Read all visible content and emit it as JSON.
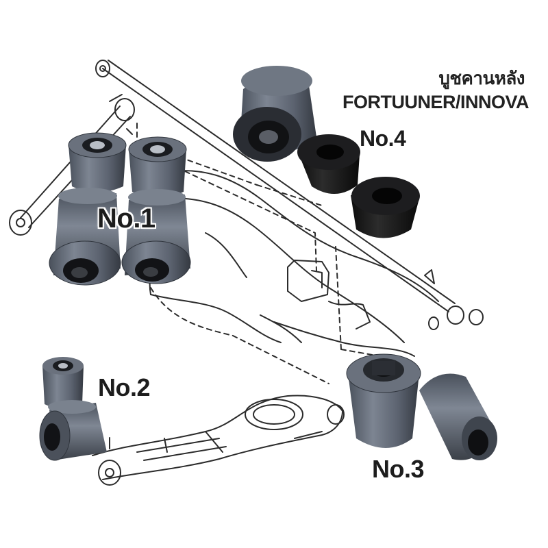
{
  "image": {
    "title_thai": "บูชคานหลัง",
    "title_model": "FORTUUNER/INNOVA",
    "labels": {
      "no1": "No.1",
      "no2": "No.2",
      "no3": "No.3",
      "no4": "No.4"
    },
    "colors": {
      "background": "#ffffff",
      "line_art": "#2b2b2b",
      "rubber_shell": "#5d6470",
      "rubber_shell_dark": "#2f343c",
      "rubber_black": "#151515",
      "label_text": "#1d1d1d"
    }
  }
}
